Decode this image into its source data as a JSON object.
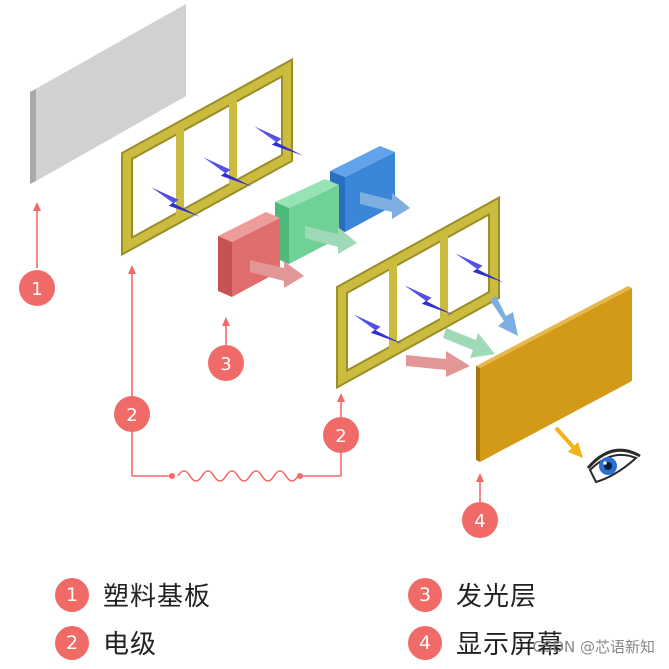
{
  "callouts": {
    "c1": "1",
    "c2_left": "2",
    "c2_right": "2",
    "c3": "3",
    "c4": "4"
  },
  "legend": [
    {
      "num": "1",
      "label": "塑料基板"
    },
    {
      "num": "2",
      "label": "电级"
    },
    {
      "num": "3",
      "label": "发光层"
    },
    {
      "num": "4",
      "label": "显示屏幕"
    }
  ],
  "watermark": "CSDN @芯语新知",
  "colors": {
    "substrate": "#cfcfcf",
    "frame": "#cbbb3e",
    "red_layer": "#e06d6d",
    "green_layer": "#6fd196",
    "blue_layer": "#3a86d8",
    "screen": "#d29a17",
    "callout": "#f06a67",
    "bolt": "#2f2fd0"
  }
}
